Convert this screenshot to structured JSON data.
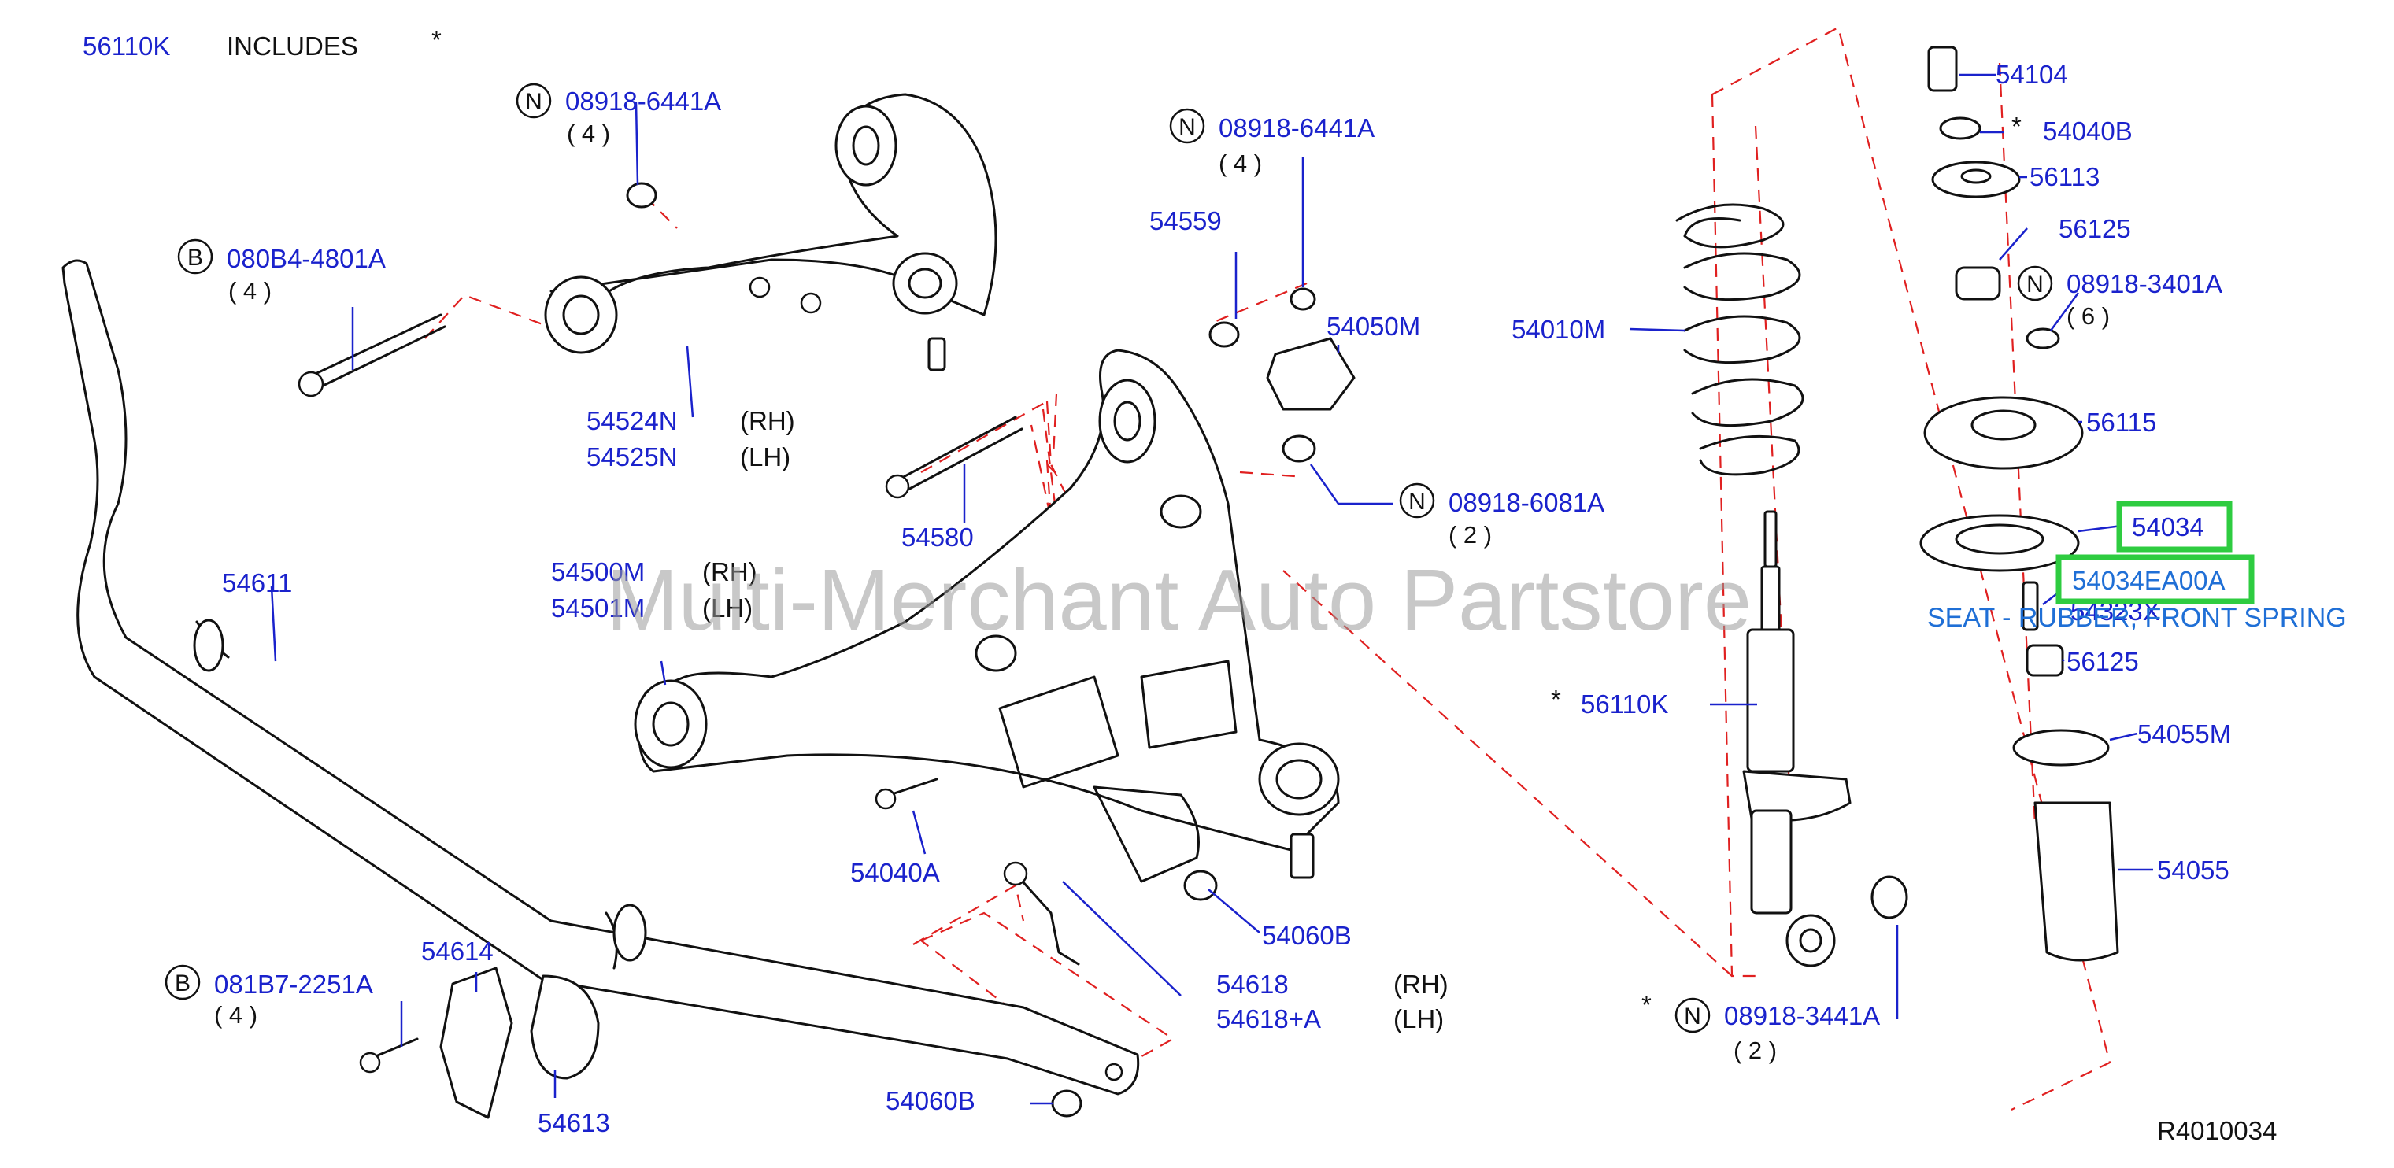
{
  "header": {
    "assembly_code": "56110K",
    "includes_text": "INCLUDES",
    "includes_star": "*"
  },
  "watermark": "Multi-Merchant Auto Partstore",
  "figure_code": "R4010034",
  "colors": {
    "part_number": "#1a22cc",
    "dashed_guides": "#e02020",
    "highlight": "#2ecc40",
    "tooltip": "#1f6fd6"
  },
  "callouts": {
    "n_08918_6441A_upper": {
      "prefix": "N",
      "part": "08918-6441A",
      "qty": "( 4 )"
    },
    "b_080B4_4801A": {
      "prefix": "B",
      "part": "080B4-4801A",
      "qty": "( 4 )"
    },
    "n_08918_6441A_right": {
      "prefix": "N",
      "part": "08918-6441A",
      "qty": "( 4 )"
    },
    "n_08918_6081A": {
      "prefix": "N",
      "part": "08918-6081A",
      "qty": "( 2 )"
    },
    "n_08918_3401A": {
      "prefix": "N",
      "part": "08918-3401A",
      "qty": "( 6 )"
    },
    "b_081B7_2251A": {
      "prefix": "B",
      "part": "081B7-2251A",
      "qty": "( 4 )"
    },
    "n_08918_3441A": {
      "prefix": "N",
      "part": "08918-3441A",
      "qty": "( 2 )",
      "star": "*"
    }
  },
  "parts": {
    "p54104": "54104",
    "p54040B": "54040B",
    "p54040B_star": "*",
    "p56113": "56113",
    "p56125_top": "56125",
    "p56115": "56115",
    "p54034": "54034",
    "p54034EA00A": "54034EA00A",
    "p54323X": "54323X",
    "p56125_bottom": "56125",
    "p54055M": "54055M",
    "p54055": "54055",
    "p54010M": "54010M",
    "p56110K": "56110K",
    "p56110K_star": "*",
    "p54559": "54559",
    "p54050M": "54050M",
    "p54524N": "54524N",
    "p54524N_side": "(RH)",
    "p54525N": "54525N",
    "p54525N_side": "(LH)",
    "p54580": "54580",
    "p54611": "54611",
    "p54500M": "54500M",
    "p54500M_side": "(RH)",
    "p54501M": "54501M",
    "p54501M_side": "(LH)",
    "p54040A": "54040A",
    "p54060B_mid": "54060B",
    "p54618": "54618",
    "p54618_side": "(RH)",
    "p54618A": "54618+A",
    "p54618A_side": "(LH)",
    "p54614": "54614",
    "p54613": "54613",
    "p54060B_low": "54060B"
  },
  "tooltip": {
    "text": "SEAT - RUBBER, FRONT SPRING"
  }
}
